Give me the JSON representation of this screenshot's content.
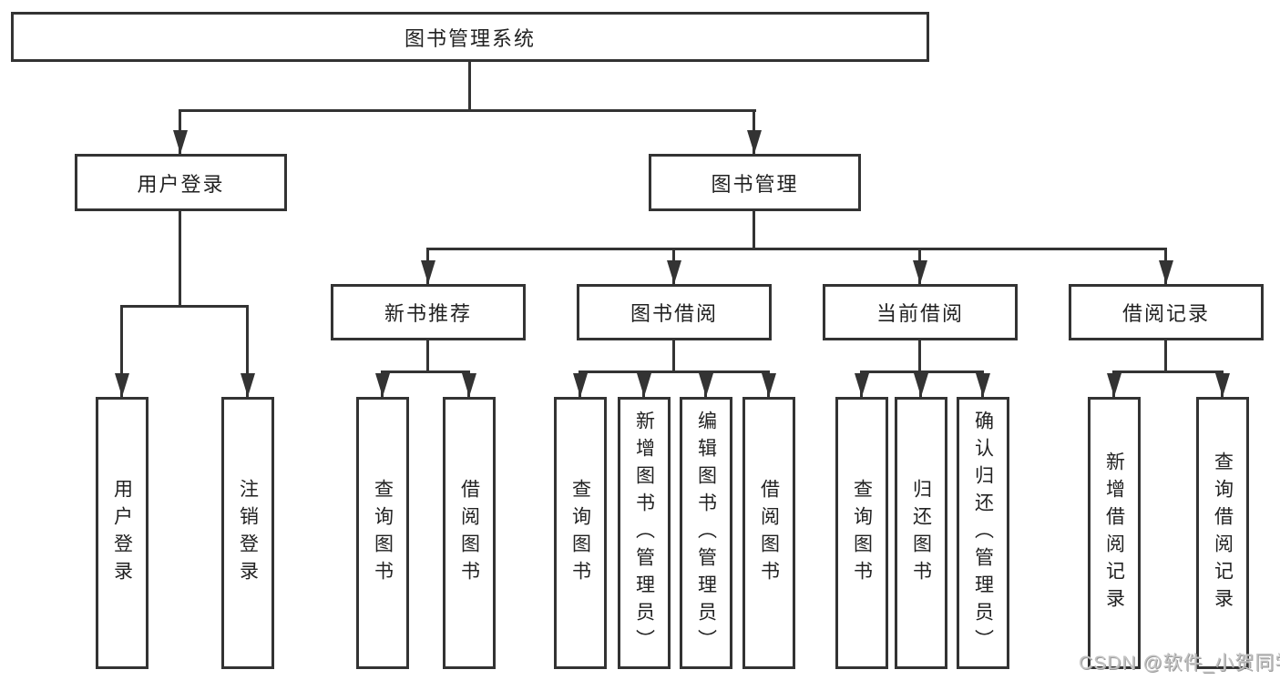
{
  "nodes": {
    "root": {
      "label": "图书管理系统"
    },
    "user_login": {
      "label": "用户登录"
    },
    "book_mgmt": {
      "label": "图书管理"
    },
    "new_book_rec": {
      "label": "新书推荐"
    },
    "book_borrow": {
      "label": "图书借阅"
    },
    "current_borrow": {
      "label": "当前借阅"
    },
    "borrow_record": {
      "label": "借阅记录"
    },
    "leaf_user_login": {
      "label": "用户登录"
    },
    "leaf_logout": {
      "label": "注销登录"
    },
    "leaf_query_book_rec": {
      "label": "查询图书"
    },
    "leaf_borrow_book_rec": {
      "label": "借阅图书"
    },
    "leaf_query_book_borrow": {
      "label": "查询图书"
    },
    "leaf_add_book_admin": {
      "label": "新增图书（管理员）"
    },
    "leaf_edit_book_admin": {
      "label": "编辑图书（管理员）"
    },
    "leaf_borrow_book_borrow": {
      "label": "借阅图书"
    },
    "leaf_query_book_current": {
      "label": "查询图书"
    },
    "leaf_return_book": {
      "label": "归还图书"
    },
    "leaf_confirm_return_admin": {
      "label": "确认归还（管理员）"
    },
    "leaf_add_borrow_record": {
      "label": "新增借阅记录"
    },
    "leaf_query_borrow_record": {
      "label": "查询借阅记录"
    }
  },
  "hierarchy": {
    "图书管理系统": {
      "用户登录": [
        "用户登录",
        "注销登录"
      ],
      "图书管理": {
        "新书推荐": [
          "查询图书",
          "借阅图书"
        ],
        "图书借阅": [
          "查询图书",
          "新增图书（管理员）",
          "编辑图书（管理员）",
          "借阅图书"
        ],
        "当前借阅": [
          "查询图书",
          "归还图书",
          "确认归还（管理员）"
        ],
        "借阅记录": [
          "新增借阅记录",
          "查询借阅记录"
        ]
      }
    }
  },
  "watermark": {
    "text": "CSDN @软件_小贺同学"
  },
  "colors": {
    "line": "#333333",
    "box_border": "#333333",
    "text": "#222222",
    "background": "#ffffff",
    "watermark": "#c3c3c3"
  }
}
